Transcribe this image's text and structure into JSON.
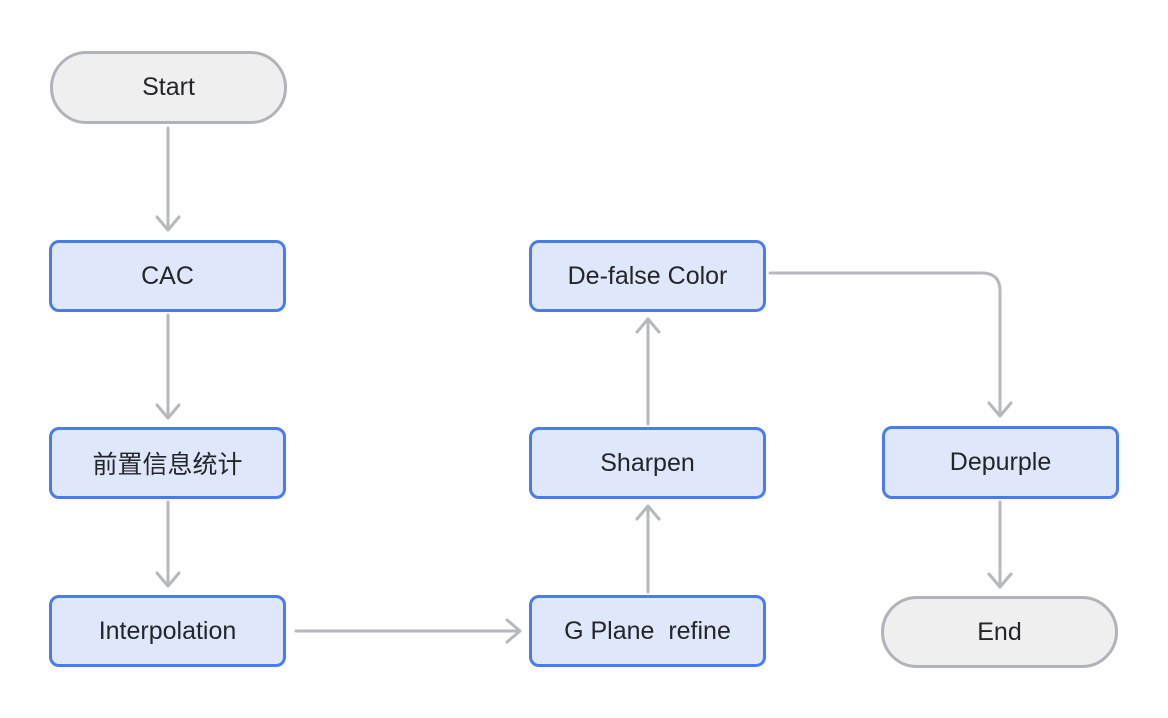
{
  "diagram": {
    "type": "flowchart",
    "colors": {
      "process_border": "#4b7ce8",
      "process_fill": "#dfe7fb",
      "terminator_border": "#b0b4ba",
      "terminator_fill": "#efeff0",
      "edge_stroke": "#b5b8bc",
      "text": "#232529",
      "background": "#fefefe"
    },
    "nodes": [
      {
        "id": "start",
        "label": "Start",
        "shape": "terminator"
      },
      {
        "id": "cac",
        "label": "CAC",
        "shape": "process"
      },
      {
        "id": "pre-stats",
        "label": "前置信息统计",
        "shape": "process"
      },
      {
        "id": "interpolation",
        "label": "Interpolation",
        "shape": "process"
      },
      {
        "id": "de-false-color",
        "label": "De-false Color",
        "shape": "process"
      },
      {
        "id": "sharpen",
        "label": "Sharpen",
        "shape": "process"
      },
      {
        "id": "g-plane-refine",
        "label": "G Plane  refine",
        "shape": "process"
      },
      {
        "id": "depurple",
        "label": "Depurple",
        "shape": "process"
      },
      {
        "id": "end",
        "label": "End",
        "shape": "terminator"
      }
    ],
    "edges": [
      {
        "from": "start",
        "to": "cac",
        "direction": "down"
      },
      {
        "from": "cac",
        "to": "pre-stats",
        "direction": "down"
      },
      {
        "from": "pre-stats",
        "to": "interpolation",
        "direction": "down"
      },
      {
        "from": "interpolation",
        "to": "g-plane-refine",
        "direction": "right"
      },
      {
        "from": "g-plane-refine",
        "to": "sharpen",
        "direction": "up"
      },
      {
        "from": "sharpen",
        "to": "de-false-color",
        "direction": "up"
      },
      {
        "from": "de-false-color",
        "to": "depurple",
        "direction": "right-then-down"
      },
      {
        "from": "depurple",
        "to": "end",
        "direction": "down"
      }
    ]
  }
}
